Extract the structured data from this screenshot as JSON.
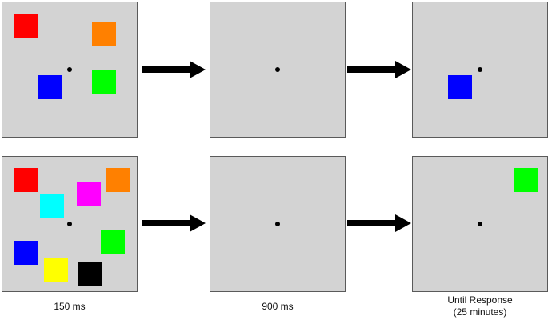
{
  "colors": {
    "panel": "#d3d3d3",
    "fixation": "#000000",
    "arrow": "#000000",
    "red": "#ff0000",
    "orange": "#ff8000",
    "blue": "#0000ff",
    "green": "#00ff00",
    "cyan": "#00ffff",
    "magenta": "#ff00ff",
    "yellow": "#ffff00",
    "black": "#000000"
  },
  "rows": [
    {
      "memory_items": [
        "red",
        "orange",
        "blue",
        "green"
      ],
      "test_item": "blue"
    },
    {
      "memory_items": [
        "red",
        "orange",
        "magenta",
        "cyan",
        "green",
        "blue",
        "yellow",
        "black"
      ],
      "test_item": "green"
    }
  ],
  "captions": {
    "memory": "150 ms",
    "delay": "900 ms",
    "test_line1": "Until Response",
    "test_line2": "(25 minutes)"
  }
}
